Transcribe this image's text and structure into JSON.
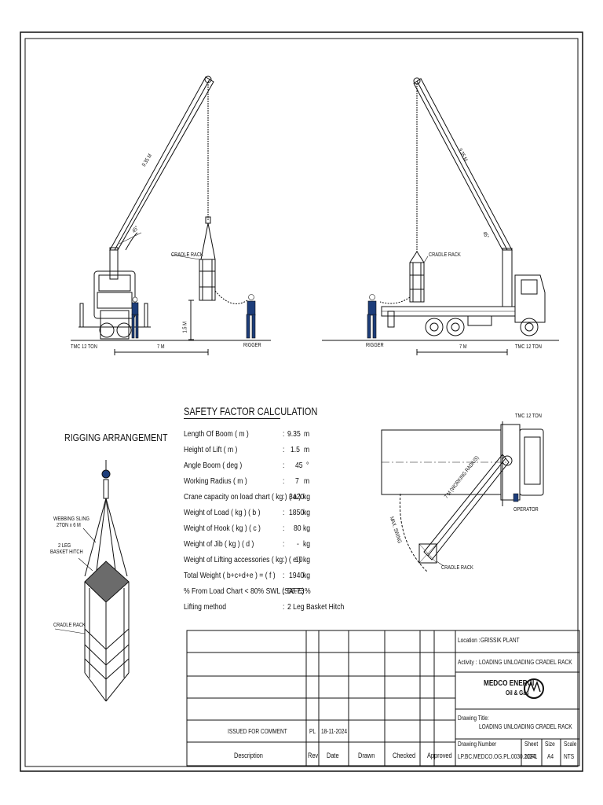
{
  "elevation_left": {
    "boom_length_label": "9.35 M",
    "angle_label": "45°",
    "load_label": "CRADLE RACK",
    "lift_height_label": "1.5 M",
    "truck_label": "TMC 12 TON",
    "radius_label": "7 M",
    "rigger_label": "RIGGER"
  },
  "elevation_right": {
    "boom_length_label": "9.35 M",
    "angle_label": "45°",
    "load_label": "CRADLE RACK",
    "truck_label": "TMC 12 TON",
    "radius_label": "7 M",
    "rigger_label": "RIGGER"
  },
  "plan_view": {
    "truck_label": "TMC 12 TON",
    "radius_label": "7 M (WORKING RADIUS)",
    "swing_label": "MAX. SWING",
    "operator_label": "OPERATOR",
    "load_label": "CRADLE RACK"
  },
  "rigging": {
    "title": "RIGGING ARRANGEMENT",
    "sling_label_1": "WEBBING SLING",
    "sling_label_2": "2TON x 6 M",
    "hitch_label_1": "2 LEG",
    "hitch_label_2": "BASKET HITCH",
    "rack_label": "CRADLE RACK"
  },
  "calculation": {
    "title": "SAFETY FACTOR CALCULATION",
    "rows": [
      {
        "label": "Length Of Boom ( m )",
        "value": "9.35",
        "unit": "m"
      },
      {
        "label": "Height of Lift ( m )",
        "value": "1.5",
        "unit": "m"
      },
      {
        "label": "Angle Boom ( deg )",
        "value": "45",
        "unit": "°"
      },
      {
        "label": "Working Radius ( m )",
        "value": "7",
        "unit": "m"
      },
      {
        "label": "Crane capacity on load chart ( kg ) ( a )",
        "value": "3420",
        "unit": "kg"
      },
      {
        "label": "Weight of Load ( kg )   ( b )",
        "value": "1850",
        "unit": "kg"
      },
      {
        "label": "Weight of Hook ( kg )   ( c )",
        "value": "80",
        "unit": "kg"
      },
      {
        "label": "Weight of Jib ( kg )   ( d )",
        "value": "-",
        "unit": "kg"
      },
      {
        "label": "Weight of Lifting accessories ( kg )   ( e )",
        "value": "10",
        "unit": "kg"
      },
      {
        "label": "Total Weight ( b+c+d+e ) = ( f )",
        "value": "1940",
        "unit": "kg"
      },
      {
        "label": "% From Load Chart < 80% SWL (SAFE)",
        "value": "56.73",
        "unit": "%"
      },
      {
        "label": "Lifting method",
        "value": "2 Leg  Basket Hitch",
        "unit": ""
      }
    ]
  },
  "title_block": {
    "location_label": "Location :",
    "location_value": "GRISSIK PLANT",
    "activity_label": "Activity :",
    "activity_value": "LOADING UNLOADING CRADEL RACK",
    "logo_line1": "MEDCO ENERGI",
    "logo_line2": "Oil & Gas",
    "drawing_title_label": "Drawing Title:",
    "drawing_title_value": "LOADING UNLOADING CRADEL RACK",
    "drawing_number_label": "Drawing Number",
    "drawing_number_value": "LP.BC.MEDCO.OG.PL.0030.2024",
    "sheet_label": "Sheet",
    "sheet_value": "1OF1",
    "size_label": "Size",
    "size_value": "A4",
    "scale_label": "Scale",
    "scale_value": "NTS",
    "revision": {
      "description": "ISSUED FOR COMMENT",
      "rev": "PL",
      "date": "18-11-2024",
      "drawn": "",
      "checked": "",
      "approved": ""
    },
    "headers": {
      "description": "Description",
      "rev": "Rev",
      "date": "Date",
      "drawn": "Drawn",
      "checked": "Checked",
      "approved": "Approved"
    }
  }
}
